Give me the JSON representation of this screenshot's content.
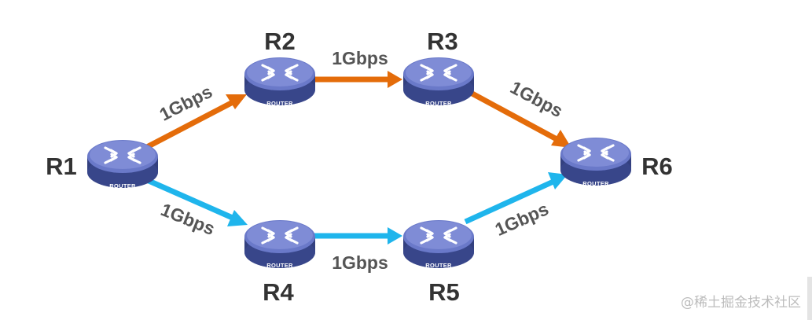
{
  "colors": {
    "orange_path": "#e46c0a",
    "blue_path": "#1fb5ec",
    "router_body": "#4a5aa6",
    "router_top": "#7f8cd6",
    "router_side": "#33407f",
    "label_text": "#333333",
    "link_text": "#555555"
  },
  "routers": [
    {
      "id": "R1",
      "label": "R1",
      "device_text": "ROUTER"
    },
    {
      "id": "R2",
      "label": "R2",
      "device_text": "ROUTER"
    },
    {
      "id": "R3",
      "label": "R3",
      "device_text": "ROUTER"
    },
    {
      "id": "R4",
      "label": "R4",
      "device_text": "ROUTER"
    },
    {
      "id": "R5",
      "label": "R5",
      "device_text": "ROUTER"
    },
    {
      "id": "R6",
      "label": "R6",
      "device_text": "ROUTER"
    }
  ],
  "links": [
    {
      "from": "R1",
      "to": "R2",
      "bandwidth": "1Gbps",
      "path": "orange"
    },
    {
      "from": "R2",
      "to": "R3",
      "bandwidth": "1Gbps",
      "path": "orange"
    },
    {
      "from": "R3",
      "to": "R6",
      "bandwidth": "1Gbps",
      "path": "orange"
    },
    {
      "from": "R1",
      "to": "R4",
      "bandwidth": "1Gbps",
      "path": "blue"
    },
    {
      "from": "R4",
      "to": "R5",
      "bandwidth": "1Gbps",
      "path": "blue"
    },
    {
      "from": "R5",
      "to": "R6",
      "bandwidth": "1Gbps",
      "path": "blue"
    }
  ],
  "watermark": "@稀土掘金技术社区"
}
